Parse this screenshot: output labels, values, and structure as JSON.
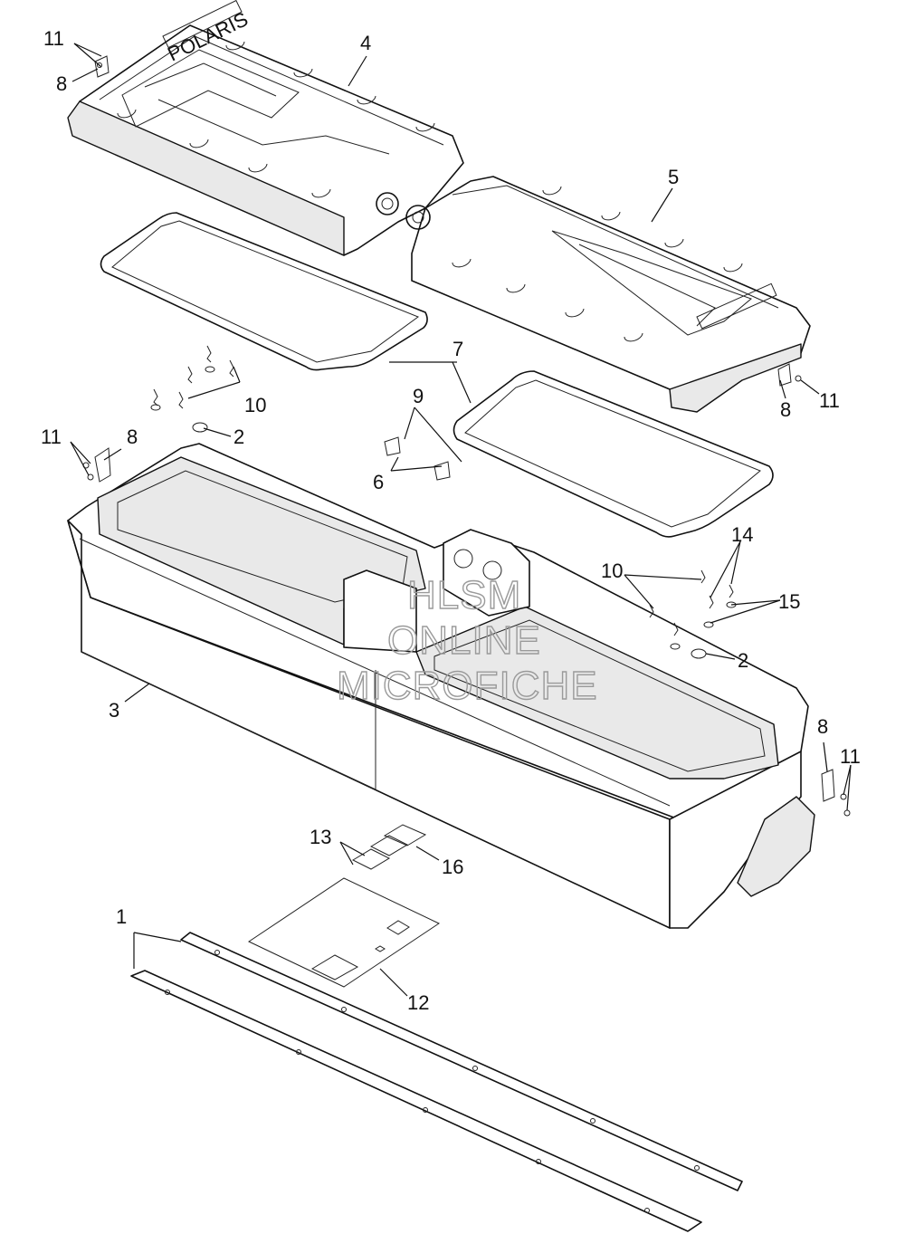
{
  "callouts": {
    "c1": "1",
    "c2a": "2",
    "c2b": "2",
    "c3": "3",
    "c4": "4",
    "c5": "5",
    "c6": "6",
    "c7": "7",
    "c8a": "8",
    "c8b": "8",
    "c8c": "8",
    "c8d": "8",
    "c9": "9",
    "c10a": "10",
    "c10b": "10",
    "c11a": "11",
    "c11b": "11",
    "c11c": "11",
    "c11d": "11",
    "c12": "12",
    "c13": "13",
    "c14": "14",
    "c15": "15",
    "c16": "16"
  },
  "lid_brand_text": "POLARIS",
  "watermark": {
    "line1": "HLSM",
    "line2": "ONLINE",
    "line3": "MICROFICHE"
  }
}
